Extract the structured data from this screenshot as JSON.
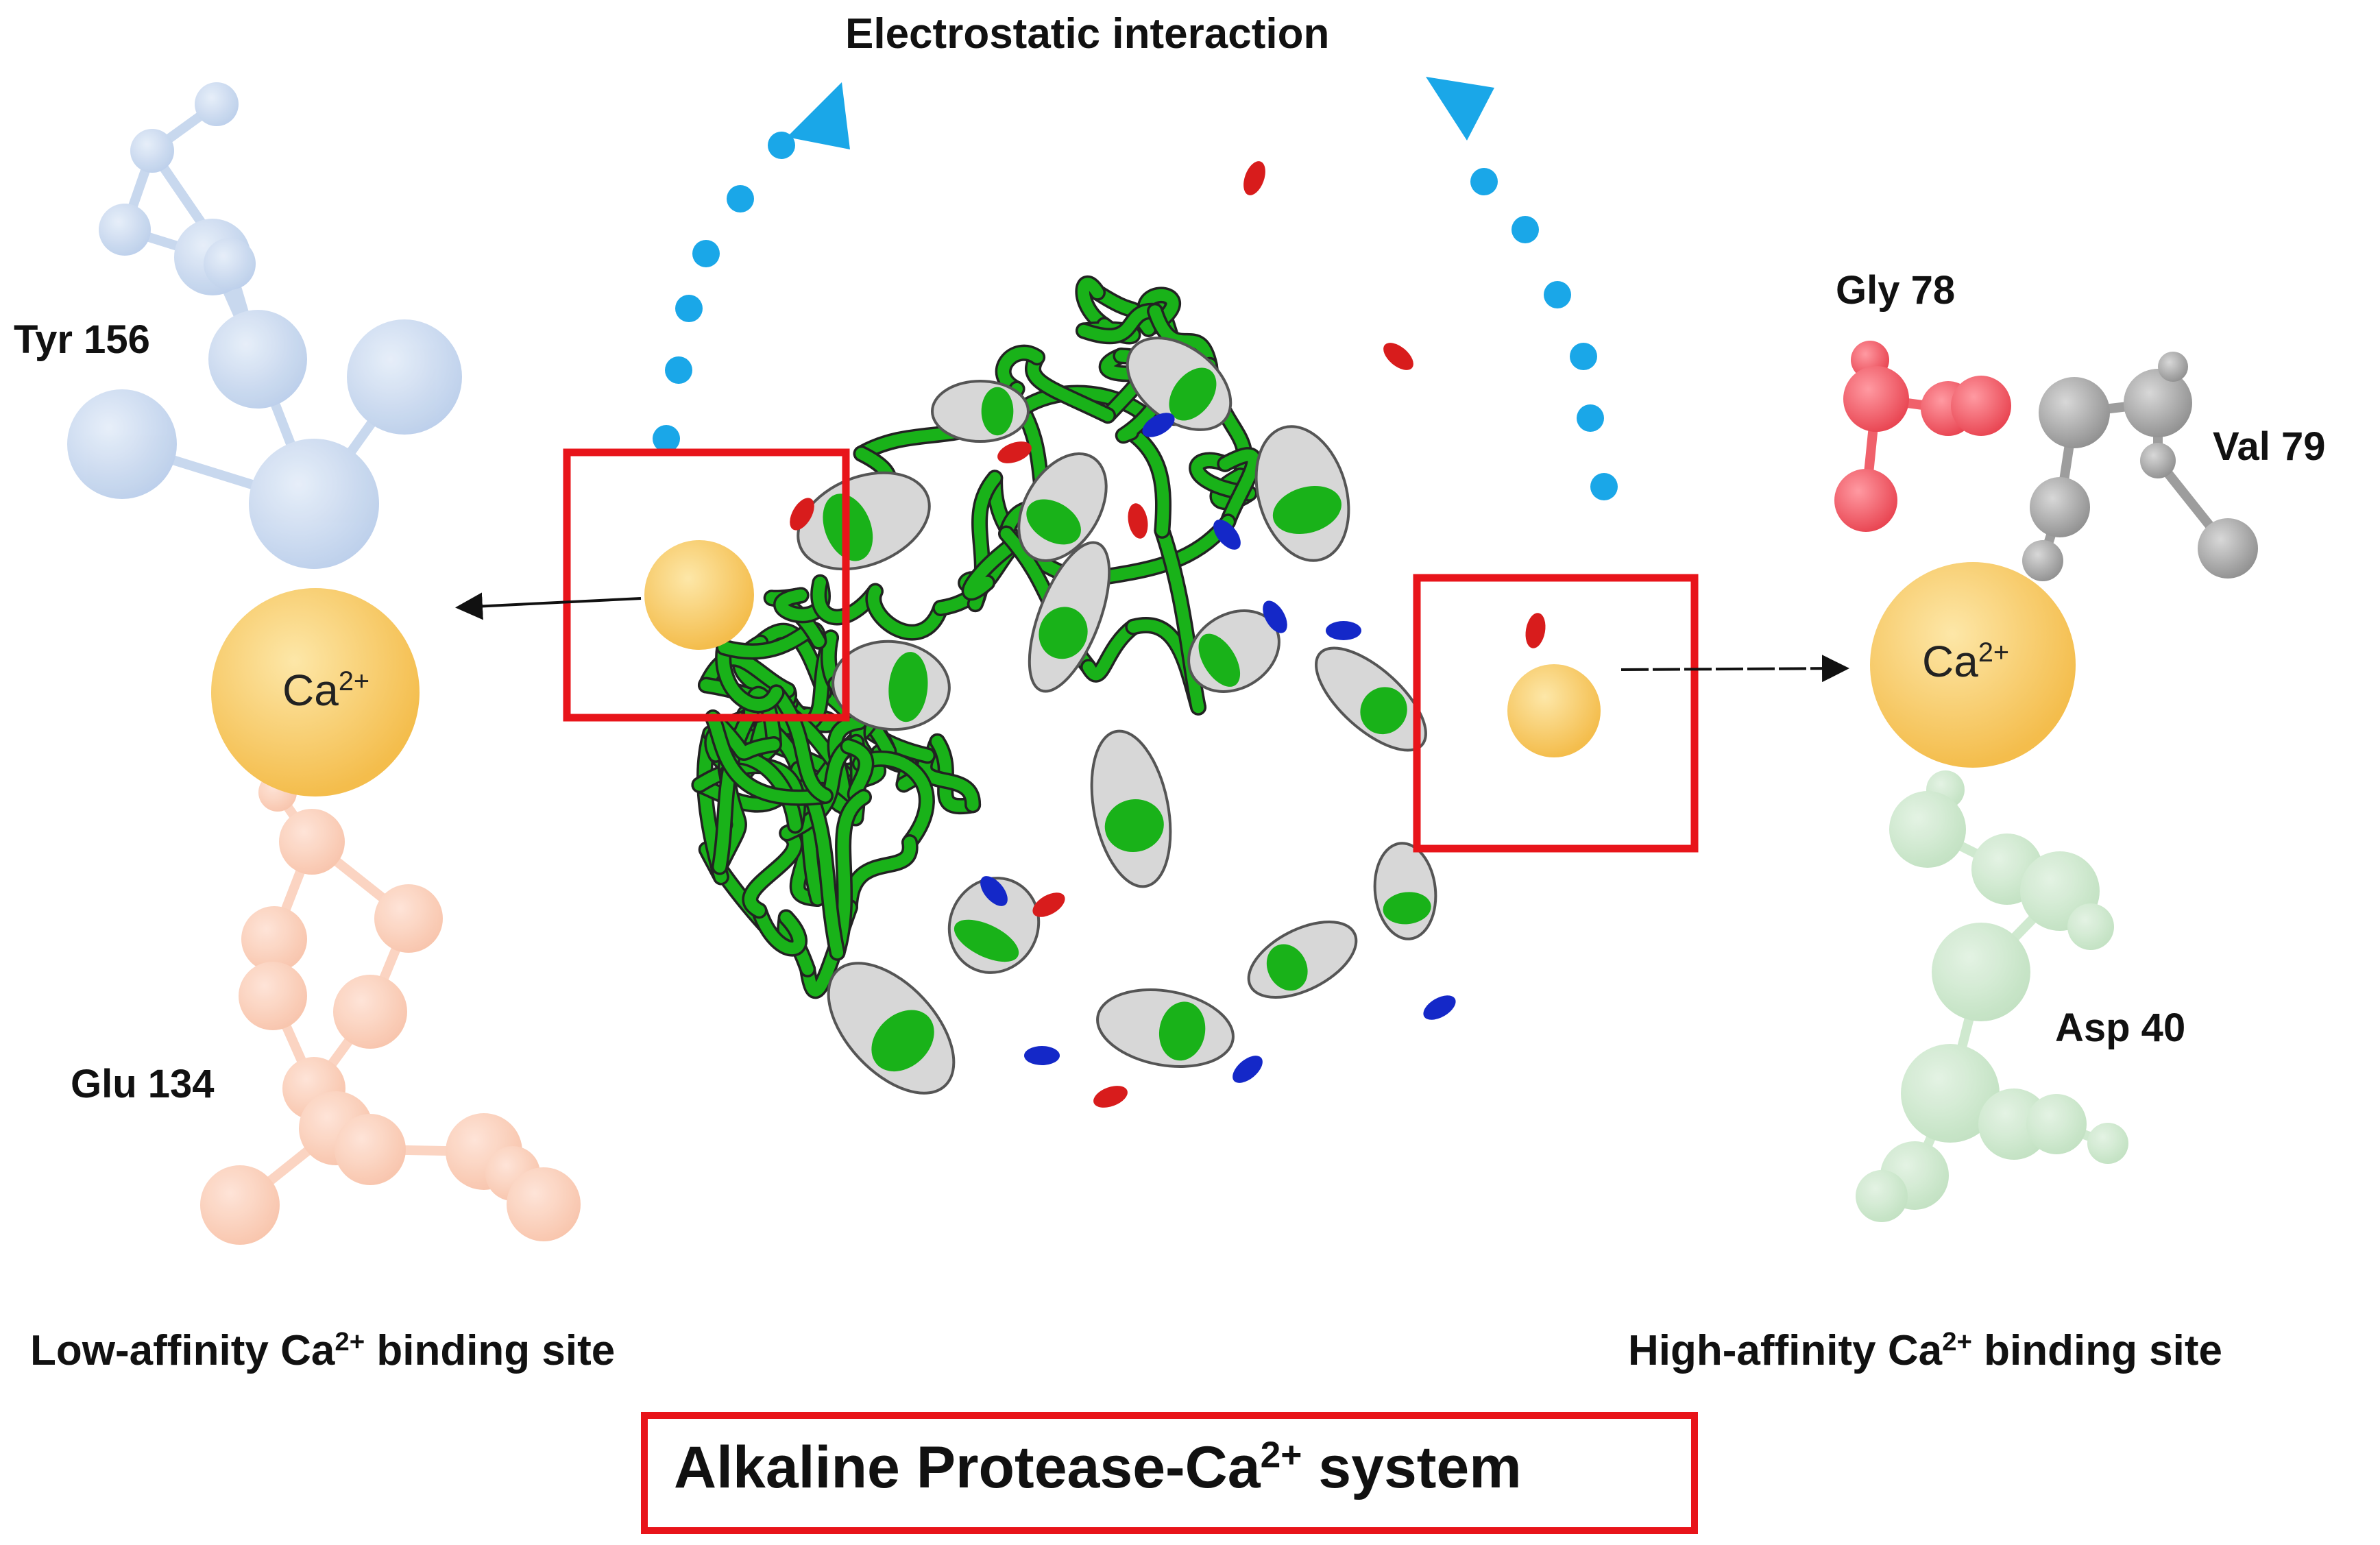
{
  "title": "Electrostatic interaction",
  "ion": {
    "symbol": "Ca",
    "charge": "2+"
  },
  "low_site": {
    "label_prefix": "Low-affinity Ca",
    "label_suffix": " binding site",
    "residues": [
      "Tyr 156",
      "Glu 134"
    ]
  },
  "high_site": {
    "label_prefix": "High-affinity Ca",
    "label_suffix": " binding site",
    "residues": [
      "Gly 78",
      "Val 79",
      "Asp 40"
    ]
  },
  "system": {
    "label_prefix": "Alkaline Protease-Ca",
    "charge": "2+",
    "label_suffix": " system"
  },
  "colors": {
    "dotted_arrow": "#1aa7e8",
    "box": "#e8141a",
    "ion": "#f7c760",
    "tyr": "#c9d9ef",
    "glu": "#fbd2bf",
    "gly": "#f0616b",
    "val": "#a9a9a9",
    "asp": "#cde8cd",
    "ribbon_coil": "#19b219",
    "ribbon_helix": "#d7d7d7",
    "ribbon_blue": "#1428c8",
    "ribbon_red": "#d81c1c"
  }
}
